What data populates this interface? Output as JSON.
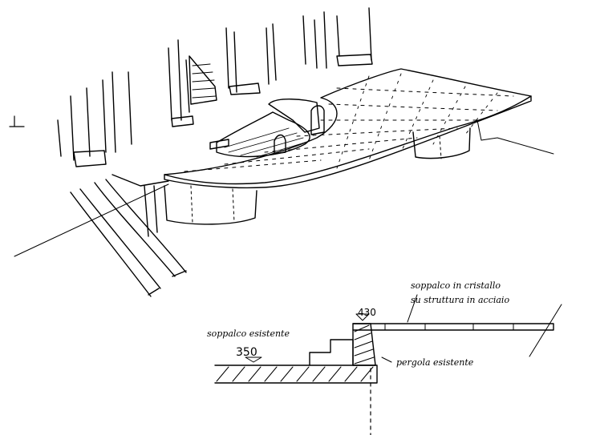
{
  "labels": {
    "level_left": "350",
    "level_right": "430",
    "note_left": "soppalco esistente",
    "note_top_1": "soppalco in cristallo",
    "note_top_2": "su struttura in acciaio",
    "note_bottom": "pergola esistente"
  },
  "colors": {
    "ink": "#000000",
    "paper": "#ffffff"
  }
}
